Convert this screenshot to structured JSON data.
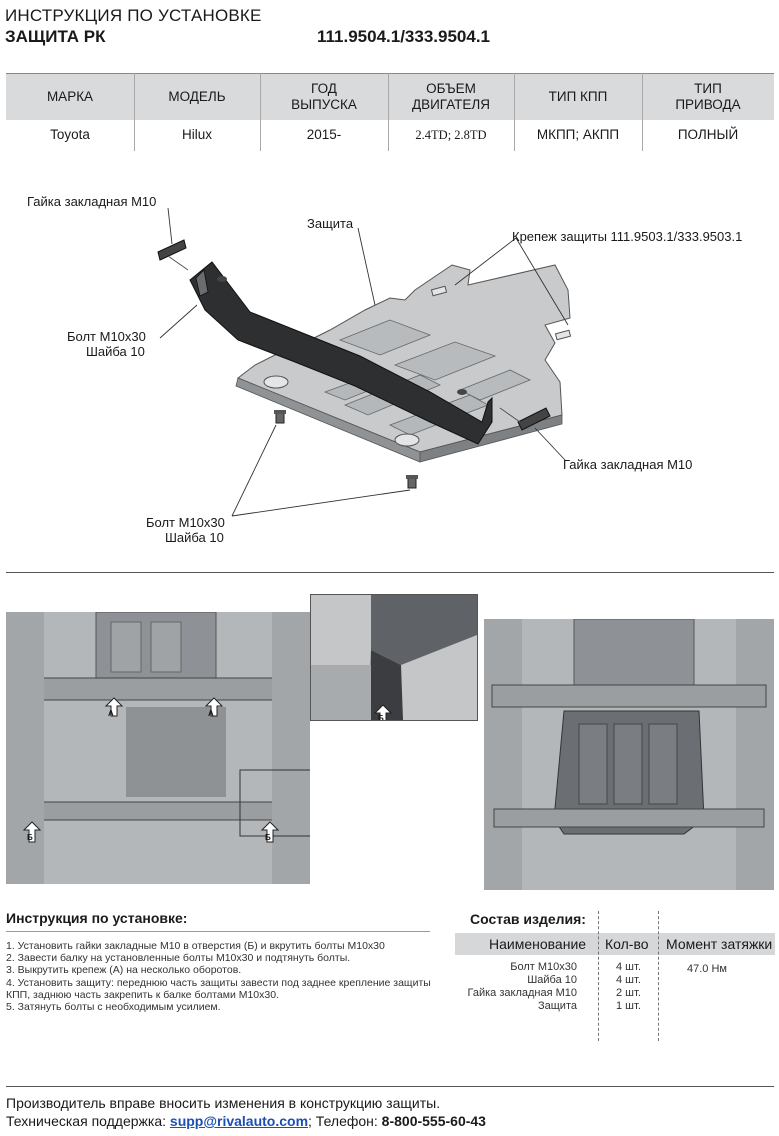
{
  "header": {
    "title": "ИНСТРУКЦИЯ ПО УСТАНОВКЕ",
    "product": "ЗАЩИТА РК",
    "code": "111.9504.1/333.9504.1"
  },
  "vehicle_table": {
    "columns": [
      "МАРКА",
      "МОДЕЛЬ",
      "ГОД ВЫПУСКА",
      "ОБЪЕМ ДВИГАТЕЛЯ",
      "ТИП КПП",
      "ТИП ПРИВОДА"
    ],
    "row": [
      "Toyota",
      "Hilux",
      "2015-",
      "2.4TD; 2.8TD",
      "МКПП; АКПП",
      "ПОЛНЫЙ"
    ]
  },
  "diagram": {
    "nut_top": "Гайка закладная М10",
    "guard": "Защита",
    "mount": "Крепеж защиты 111.9503.1/333.9503.1",
    "bolt_left_1": "Болт М10х30",
    "washer_left_1": "Шайба 10",
    "nut_right": "Гайка закладная М10",
    "bolt_left_2": "Болт М10х30",
    "washer_left_2": "Шайба 10"
  },
  "photos": {
    "label_a": "А",
    "label_b": "Б"
  },
  "instructions": {
    "heading": "Инструкция по установке:",
    "steps": [
      "1. Установить гайки закладные М10 в отверстия (Б) и вкрутить болты М10х30",
      "2. Завести балку на установленные болты М10х30 и подтянуть болты.",
      "3. Выкрутить крепеж (А) на несколько оборотов.",
      "4. Установить защиту: переднюю часть защиты завести под заднее крепление защиты",
      "КПП, заднюю часть закрепить к балке болтами М10х30.",
      "5. Затянуть болты с необходимым усилием."
    ]
  },
  "composition": {
    "heading": "Состав изделия:",
    "col_name": "Наименование",
    "col_qty": "Кол-во",
    "col_torque": "Момент затяжки",
    "rows": [
      {
        "name": "Болт М10х30",
        "qty": "4 шт.",
        "torque": "47.0 Нм"
      },
      {
        "name": "Шайба 10",
        "qty": "4 шт.",
        "torque": ""
      },
      {
        "name": "Гайка закладная М10",
        "qty": "2 шт.",
        "torque": ""
      },
      {
        "name": "Защита",
        "qty": "1 шт.",
        "torque": ""
      }
    ]
  },
  "footer": {
    "note": "Производитель вправе вносить изменения в конструкцию защиты.",
    "support_label": "Техническая поддержка: ",
    "email": "supp@rivalauto.com",
    "phone_label": "; Телефон: ",
    "phone": "8-800-555-60-43"
  }
}
